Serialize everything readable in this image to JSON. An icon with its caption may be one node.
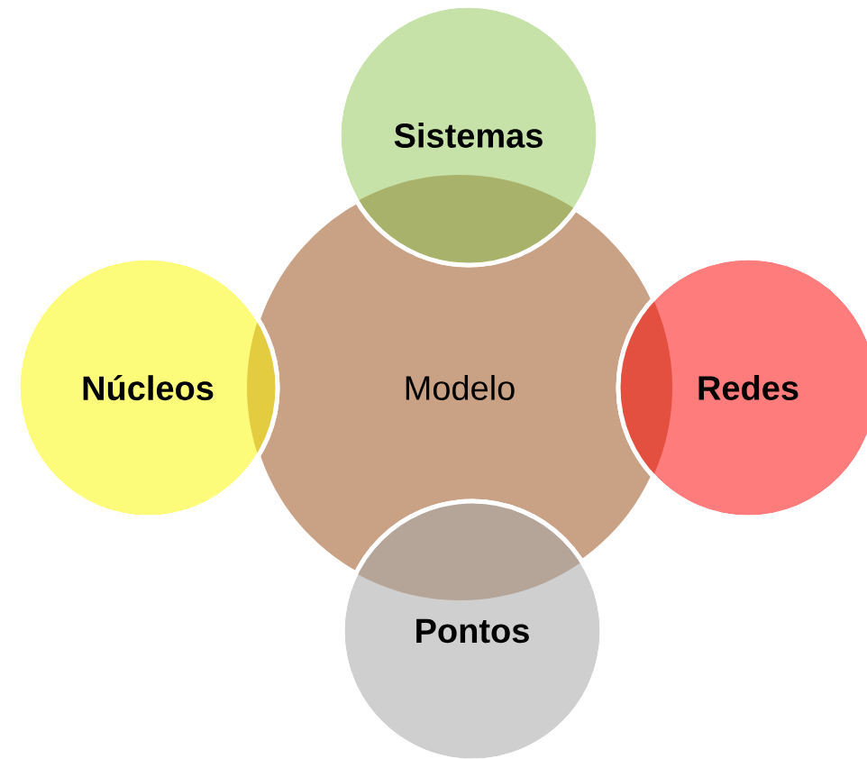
{
  "diagram": {
    "nodes": [
      {
        "text": [
          "Sistemas"
        ]
      },
      {
        "text": [
          "Núcleos"
        ]
      },
      {
        "text": [
          "Modelo"
        ]
      },
      {
        "text": [
          "Redes"
        ]
      },
      {
        "text": [
          "Pontos"
        ]
      }
    ]
  }
}
